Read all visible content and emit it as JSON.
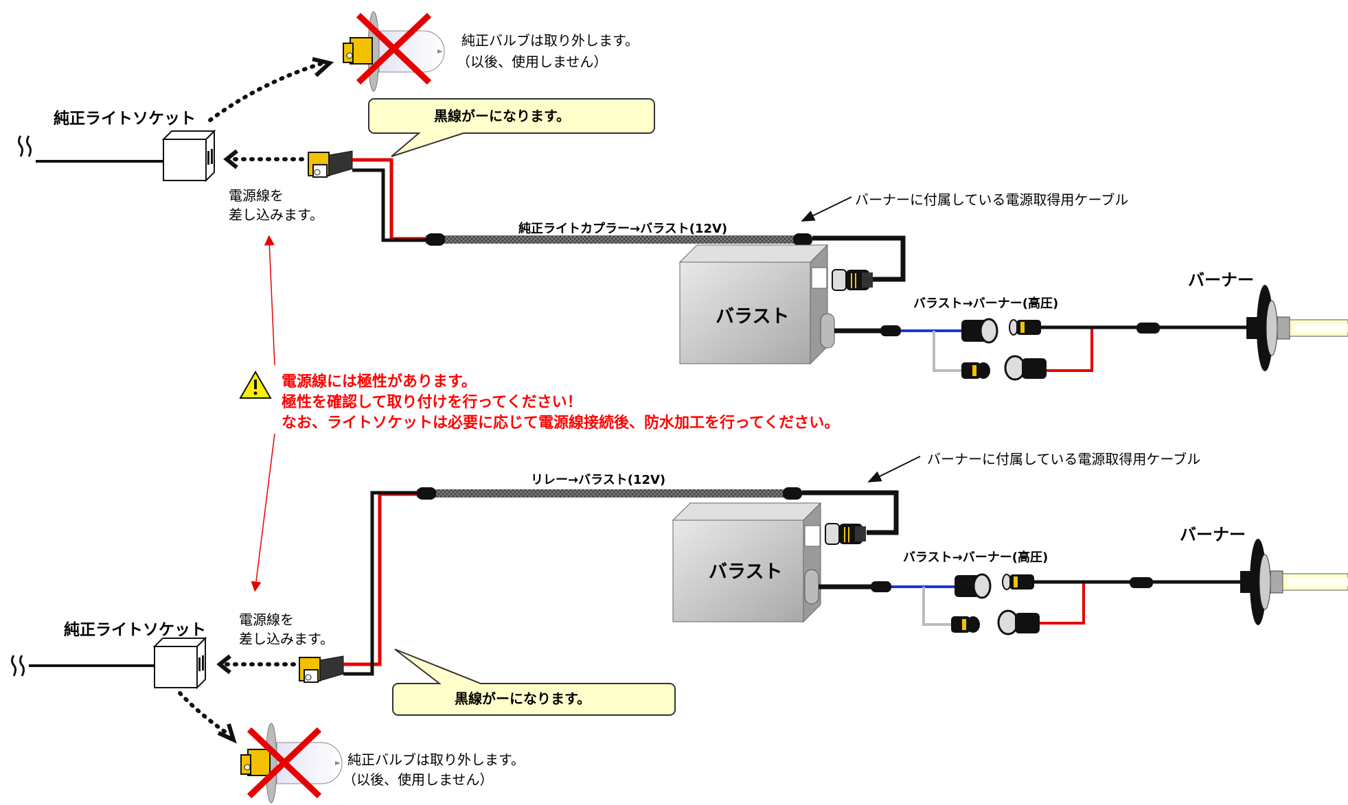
{
  "top": {
    "socket_label": "純正ライトソケット",
    "power_label_1": "電源線を",
    "power_label_2": "差し込みます。",
    "bulb_note_1": "純正バルブは取り外します。",
    "bulb_note_2": "（以後、使用しません）",
    "callout": "黒線がーになります。",
    "harness_label": "純正ライトカプラー→バラスト(12V)",
    "cable_note": "バーナーに付属している電源取得用ケーブル",
    "ballast_label": "バラスト",
    "hv_label": "バラスト→バーナー(高圧)",
    "burner_label": "バーナー"
  },
  "warning": {
    "icon": "warning-triangle-icon",
    "line1": "電源線には極性があります。",
    "line2": "極性を確認して取り付けを行ってください！",
    "line3": "なお、ライトソケットは必要に応じて電源線接続後、防水加工を行ってください。"
  },
  "bottom": {
    "socket_label": "純正ライトソケット",
    "power_label_1": "電源線を",
    "power_label_2": "差し込みます。",
    "bulb_note_1": "純正バルブは取り外します。",
    "bulb_note_2": "（以後、使用しません）",
    "callout": "黒線がーになります。",
    "harness_label": "リレー→バラスト(12V)",
    "cable_note": "バーナーに付属している電源取得用ケーブル",
    "ballast_label": "バラスト",
    "hv_label": "バラスト→バーナー(高圧)",
    "burner_label": "バーナー"
  },
  "colors": {
    "red_wire": "#e60000",
    "black_wire": "#111111",
    "blue_wire": "#1a35d6",
    "grey_wire": "#bbbbbb",
    "callout_fill": "#ffffcc",
    "warning_text": "#ff0000",
    "connector_yellow": "#f2c200"
  }
}
